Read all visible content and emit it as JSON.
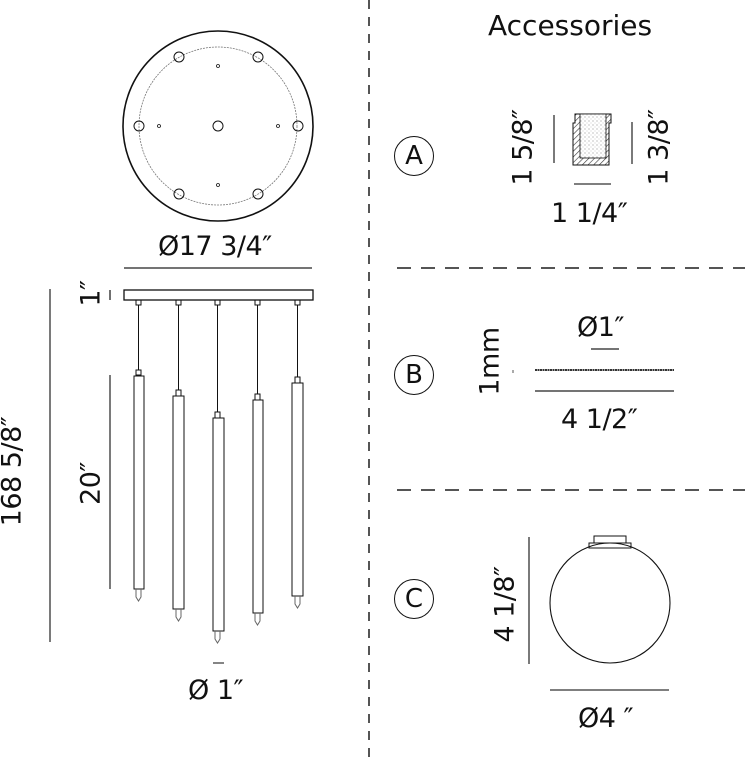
{
  "main_drawing": {
    "canopy_diameter": "Ø17 3/4″",
    "canopy_height": "1″",
    "overall_height": "168 5/8″",
    "rod_length": "20″",
    "rod_diameter": "Ø 1″",
    "pendant_count": 5
  },
  "accessories": {
    "title": "Accessories",
    "items": [
      {
        "letter": "A",
        "height_left": "1 5/8″",
        "height_right": "1 3/8″",
        "width": "1 1/4″"
      },
      {
        "letter": "B",
        "thickness": "1mm",
        "diameter": "Ø1″",
        "length": "4 1/2″"
      },
      {
        "letter": "C",
        "height": "4 1/8″",
        "diameter": "Ø4 ″"
      }
    ]
  },
  "colors": {
    "line": "#111111",
    "divider": "#555555",
    "hatch": "#333333"
  }
}
